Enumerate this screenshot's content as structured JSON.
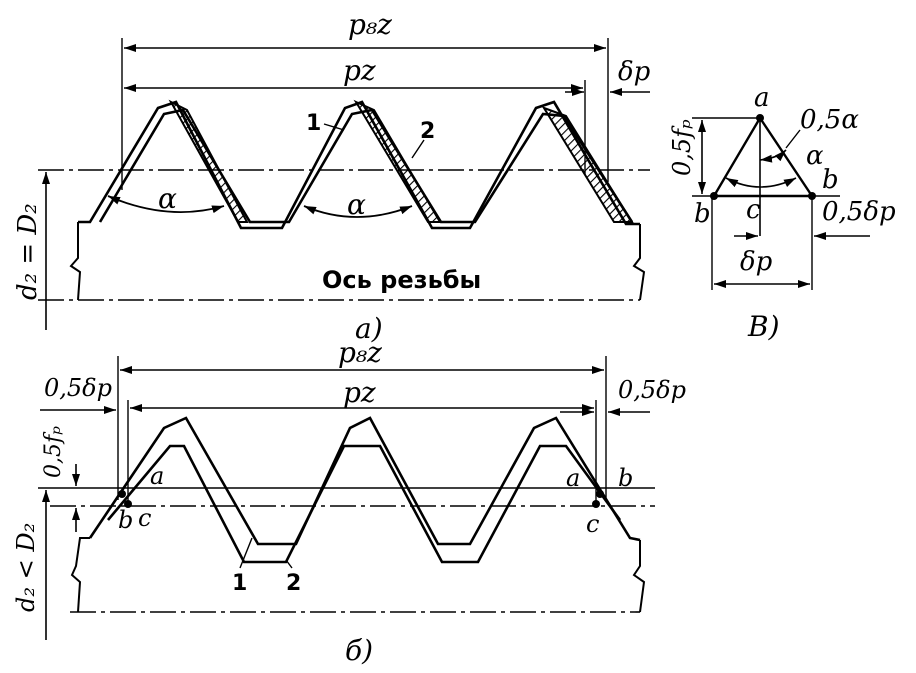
{
  "diagram": {
    "labels": {
      "pbz_top": "p₈z",
      "pz_a": "pz",
      "dp_a": "δp",
      "alpha_1": "α",
      "alpha_2": "α",
      "mark_1_a": "1",
      "mark_2_a": "2",
      "axis_text": "Ось резьбы",
      "d2_eq": "d₂ = D₂",
      "caption_a": "а)",
      "v_a": "a",
      "v_half_alpha": "0,5α",
      "v_alpha": "α",
      "v_half_fp": "0,5fₚ",
      "v_b_left": "b",
      "v_c": "c",
      "v_b_right": "b",
      "v_half_dp": "0,5δp",
      "v_dp": "δp",
      "caption_v": "В)",
      "pbz_bottom": "p₈z",
      "pz_b": "pz",
      "half_dp_left": "0,5δp",
      "half_dp_right": "0,5δp",
      "half_fp_b": "0,5fₚ",
      "d2_lt": "d₂ < D₂",
      "b_a_left": "a",
      "b_b_left": "b",
      "b_c_left": "c",
      "b_a_right": "a",
      "b_b_right": "b",
      "b_c_right": "c",
      "mark_1_b": "1",
      "mark_2_b": "2",
      "caption_b": "б)"
    }
  }
}
